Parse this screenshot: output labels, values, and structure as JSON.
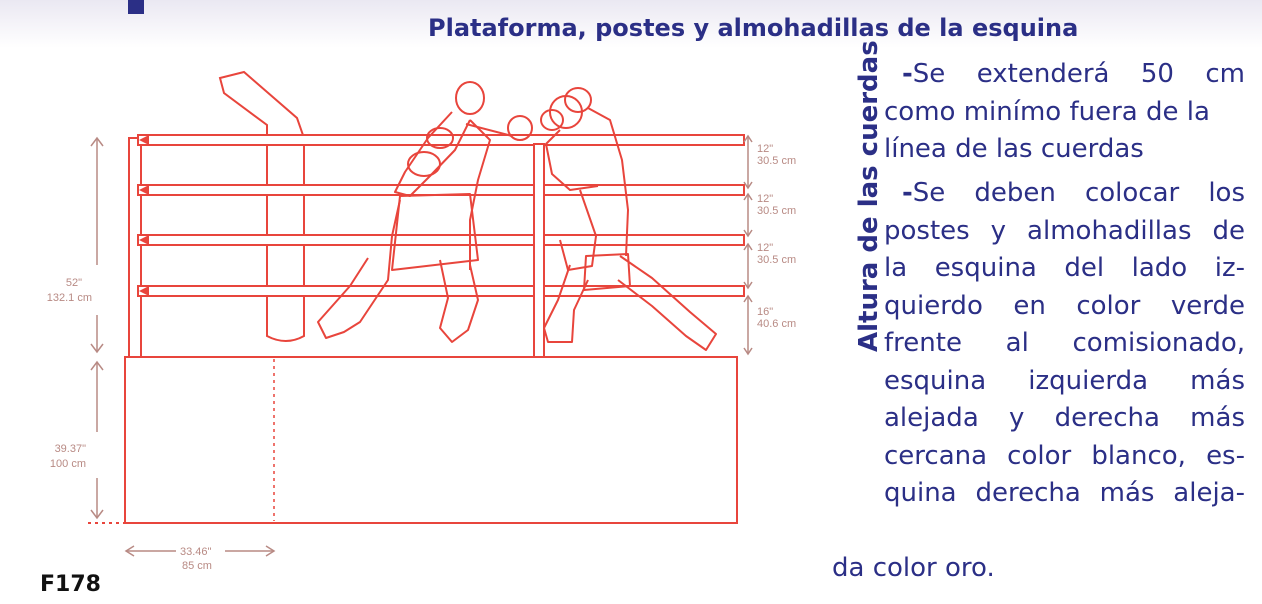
{
  "colors": {
    "accent": "#2b2f86",
    "drawing": "#e8453c",
    "dims": "#b88a84"
  },
  "title": "Plataforma, postes y almohadillas de la esquina",
  "vertical_label": "Altura de las cuerdas",
  "bullets": [
    {
      "mark": "-",
      "lines": [
        "Se extenderá 50 cm",
        "como minímo fuera de la",
        "línea de las cuerdas"
      ]
    },
    {
      "mark": "-",
      "lines": [
        "Se deben colocar los",
        "postes y almohadillas de",
        "la esquina del lado iz-",
        "quierdo en color verde",
        "frente al comisionado,",
        "esquina izquierda más",
        "alejada y derecha más",
        "cercana color blanco, es-",
        "quina derecha más aleja-"
      ]
    }
  ],
  "last_line": "da color oro.",
  "figure_id": "F178",
  "dimensions": {
    "total_height": [
      "52\"",
      "132.1 cm"
    ],
    "platform_height": [
      "39.37\"",
      "100 cm"
    ],
    "platform_width": [
      "33.46\"",
      "85 cm"
    ],
    "rope_gaps": [
      [
        "12\"",
        "30.5 cm"
      ],
      [
        "12\"",
        "30.5 cm"
      ],
      [
        "12\"",
        "30.5 cm"
      ],
      [
        "16\"",
        "40.6 cm"
      ]
    ]
  }
}
